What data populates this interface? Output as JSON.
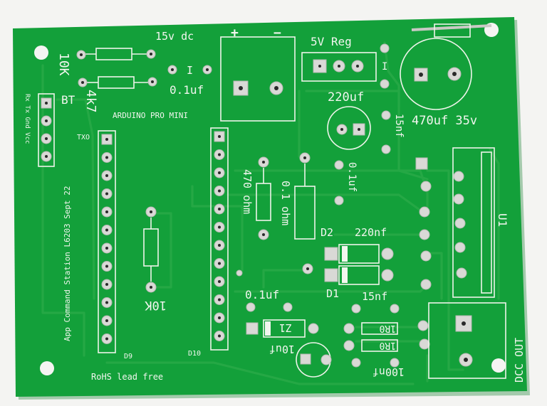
{
  "board": {
    "colors": {
      "background": "#f4f4f2",
      "solder_mask": "#13a03a",
      "trace": "#25a845",
      "silkscreen": "#f2f6ef",
      "pad": "#d9d9d6"
    },
    "labels": {
      "res_10k_top": "10K",
      "res_4k7": "4k7",
      "bt": "BT",
      "bt_pins": "Rx Tx Gnd Vcc",
      "power_in": "15v dc",
      "plus": "+",
      "minus": "−",
      "regulator": "5V Reg",
      "cap_01uf_top": "0.1uf",
      "cap_01uf_top_mark": "I",
      "cap_220uf": "220uf",
      "cap_470uf": "470uf 35v",
      "cap_15nf_top": "15nf",
      "arduino": "ARDUINO PRO MINI",
      "txo": "TXO",
      "res_470": "470 ohm",
      "res_01ohm": "0.1 ohm",
      "cap_01uf_mid": "0.1uf",
      "cap_220nf": "220nf",
      "diode_d2": "D2",
      "diode_d1": "D1",
      "ic_u1": "U1",
      "res_10k_bottom": "10K",
      "cap_01uf_bottom": "0.1uf",
      "cap_15nf_bottom": "15nf",
      "zener_z1": "Z1",
      "cap_10uf": "10uf",
      "res_r1": "1R0",
      "res_r2": "1R0",
      "cap_100nf": "100nf",
      "d9": "D9",
      "d10": "D10",
      "side_title": "App Command Station L6203 Sept 22",
      "rohs": "RoHS lead free",
      "dcc_out": "DCC OUT"
    }
  }
}
